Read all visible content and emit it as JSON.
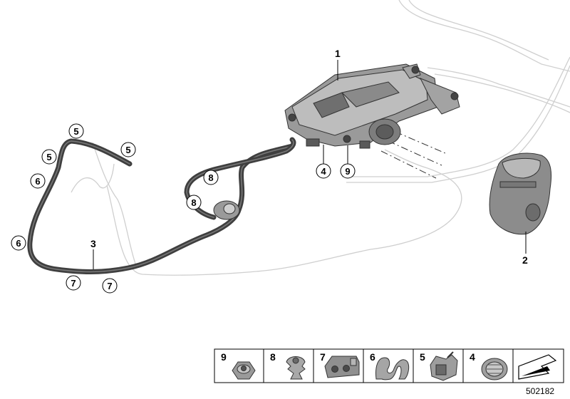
{
  "main_labels": {
    "part_1": "1",
    "part_2": "2",
    "part_3": "3"
  },
  "callouts": {
    "hose_5_a": "5",
    "hose_5_b": "5",
    "hose_5_c": "5",
    "hose_6_a": "6",
    "hose_6_b": "6",
    "hose_7_a": "7",
    "hose_7_b": "7",
    "hose_8_a": "8",
    "hose_8_b": "8",
    "unit_4": "4",
    "unit_9": "9"
  },
  "legend_strip": {
    "items": [
      {
        "number": "9",
        "icon": "nut-icon"
      },
      {
        "number": "8",
        "icon": "clip-icon"
      },
      {
        "number": "7",
        "icon": "double-clip-icon"
      },
      {
        "number": "6",
        "icon": "wave-clip-icon"
      },
      {
        "number": "5",
        "icon": "holder-clip-icon"
      },
      {
        "number": "4",
        "icon": "grommet-icon"
      }
    ],
    "arrow_icon": "arrow-icon"
  },
  "reference_number": "502182",
  "colors": {
    "hose": "#3f3f3f",
    "hose_highlight": "#7a7a7a",
    "ghost_line": "#c8c8c8",
    "part_fill": "#8c8c8c",
    "part_light": "#b8b8b8"
  }
}
